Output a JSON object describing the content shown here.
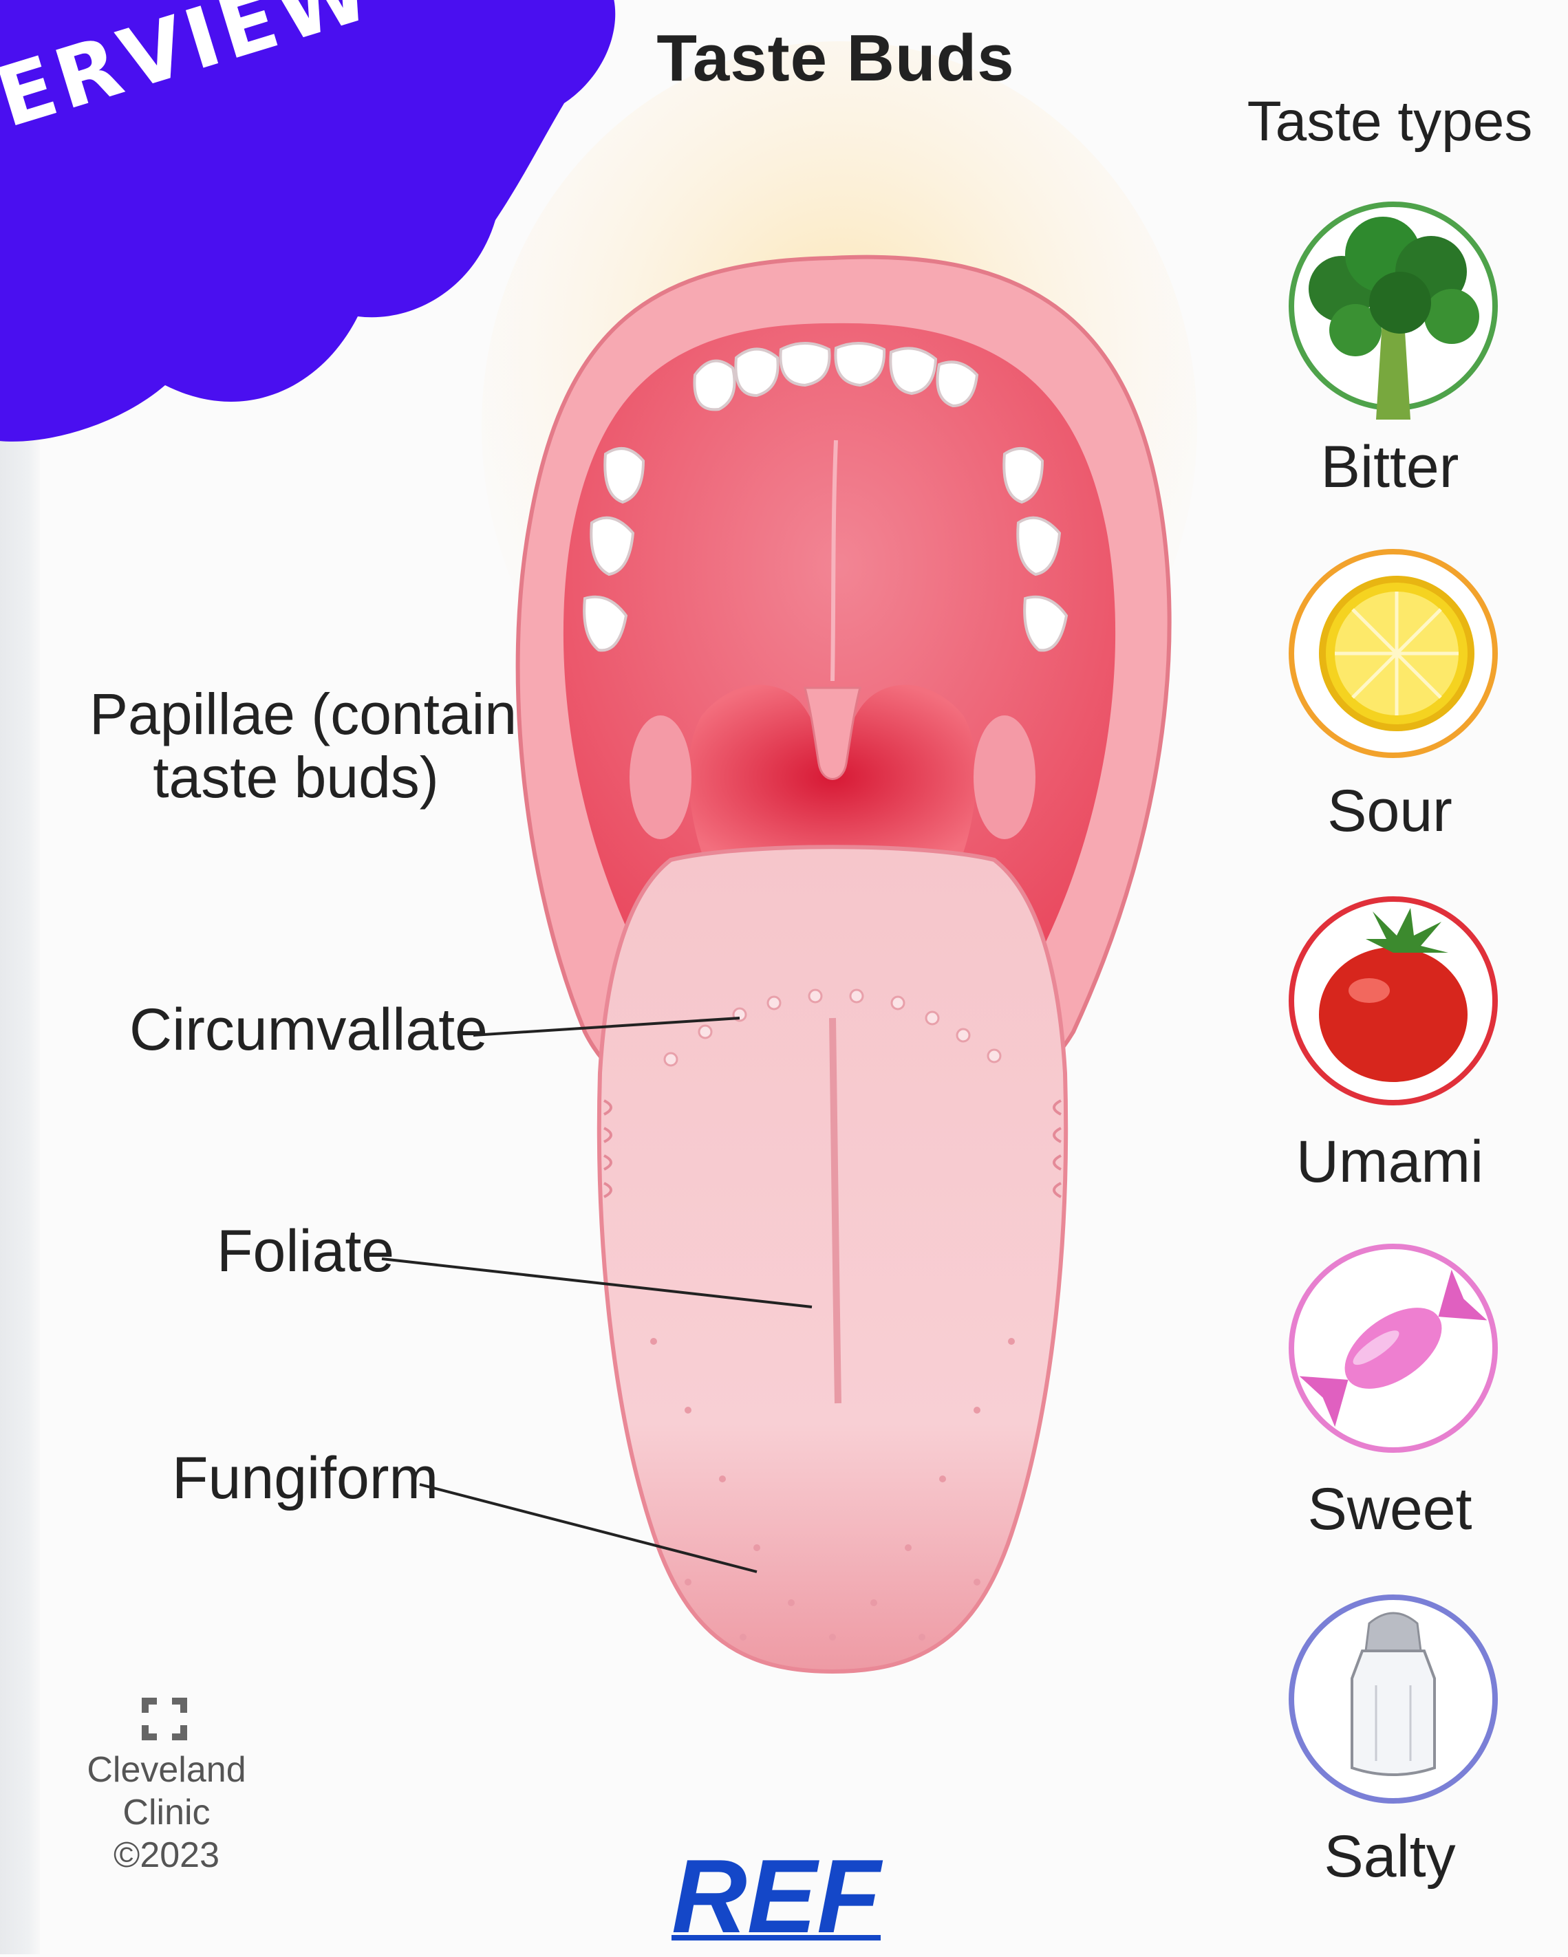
{
  "banner": {
    "text": "ERVIEW",
    "color": "#4a0ff0"
  },
  "diagram": {
    "title": "Taste Buds",
    "callouts": {
      "papillae_line1": "Papillae (contain",
      "papillae_line2": "taste buds)",
      "circumvallate": "Circumvallate",
      "foliate": "Foliate",
      "fungiform": "Fungiform"
    }
  },
  "taste_types": {
    "header": "Taste types",
    "items": [
      {
        "label": "Bitter",
        "icon": "broccoli-icon",
        "ring_color": "#4ea24a"
      },
      {
        "label": "Sour",
        "icon": "lemon-icon",
        "ring_color": "#f2a22c"
      },
      {
        "label": "Umami",
        "icon": "tomato-icon",
        "ring_color": "#e0303a"
      },
      {
        "label": "Sweet",
        "icon": "candy-icon",
        "ring_color": "#e77fcf"
      },
      {
        "label": "Salty",
        "icon": "salt-shaker-icon",
        "ring_color": "#7a7fd6"
      }
    ]
  },
  "credit": {
    "line1": "Cleveland",
    "line2": "Clinic",
    "line3": "©2023"
  },
  "ref_link": {
    "text": "REF",
    "color": "#1447c8"
  }
}
